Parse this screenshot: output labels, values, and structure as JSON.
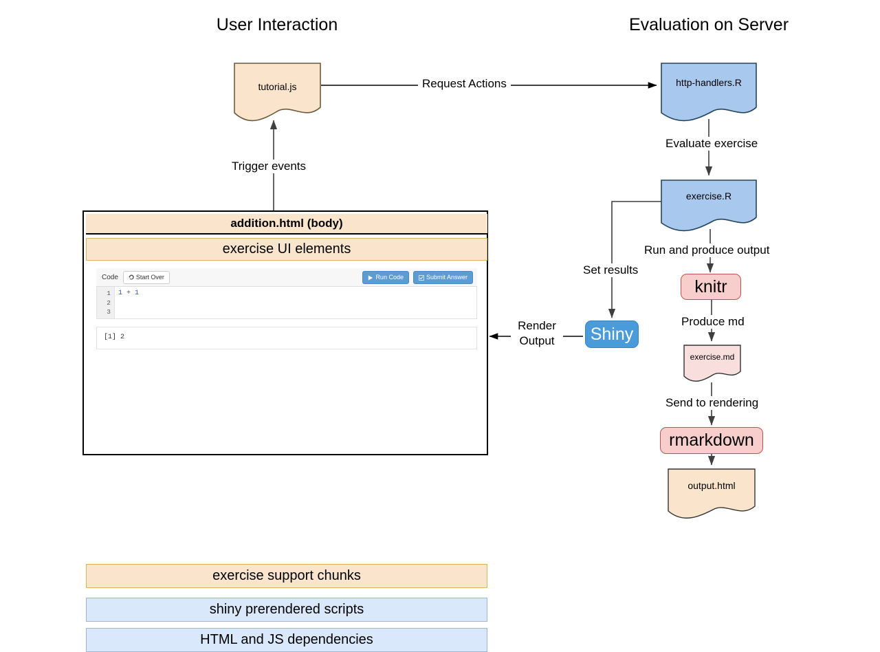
{
  "sections": {
    "left_title": "User Interaction",
    "right_title": "Evaluation on Server"
  },
  "nodes": {
    "tutorial_js": {
      "label": "tutorial.js",
      "shape": "document",
      "fill": "#FAE5CC",
      "stroke": "#6B5A3E"
    },
    "http_handlers": {
      "label": "http-handlers.R",
      "shape": "document",
      "fill": "#A9C8EE",
      "stroke": "#23445D"
    },
    "exercise_r": {
      "label": "exercise.R",
      "shape": "document",
      "fill": "#A9C8EE",
      "stroke": "#23445D"
    },
    "knitr": {
      "label": "knitr",
      "shape": "rounded-rect",
      "fill": "#F8CECC",
      "stroke": "#B85450"
    },
    "exercise_md": {
      "label": "exercise.md",
      "shape": "document",
      "fill": "#F8DEDC",
      "stroke": "#333333"
    },
    "rmarkdown": {
      "label": "rmarkdown",
      "shape": "rounded-rect",
      "fill": "#F8CECC",
      "stroke": "#B85450"
    },
    "output_html": {
      "label": "output.html",
      "shape": "document",
      "fill": "#FAE5CC",
      "stroke": "#333333"
    },
    "shiny": {
      "label": "Shiny",
      "shape": "rounded-rect",
      "fill": "#4A9BDA",
      "stroke": "#3B83BE"
    }
  },
  "edges": {
    "request_actions": "Request Actions",
    "trigger_events": "Trigger events",
    "evaluate_exercise": "Evaluate exercise",
    "run_and_produce_output": "Run and produce output",
    "produce_md": "Produce md",
    "send_to_rendering": "Send to rendering",
    "set_results": "Set results",
    "render_output_line1": "Render",
    "render_output_line2": "Output"
  },
  "addition_panel": {
    "title": "addition.html (body)",
    "bands": [
      {
        "label": "exercise UI elements",
        "color": "orange"
      },
      {
        "label": "exercise support chunks",
        "color": "orange"
      },
      {
        "label": "shiny prerendered scripts",
        "color": "blue"
      },
      {
        "label": "HTML and JS dependencies",
        "color": "blue"
      }
    ],
    "exercise_widget": {
      "toolbar_label": "Code",
      "start_over_button": "Start Over",
      "run_code_button": "Run Code",
      "submit_answer_button": "Submit Answer",
      "line_numbers": [
        "1",
        "2",
        "3"
      ],
      "code_tokens": [
        "1",
        " + ",
        "1"
      ],
      "output_text": "[1] 2"
    }
  },
  "colors": {
    "orange_fill": "#FAE5CC",
    "orange_border": "#D6B656",
    "blue_fill": "#DAE8FC",
    "blue_border": "#9EB6DC",
    "doc_blue_fill": "#A9C8EE",
    "red_fill": "#F8CECC",
    "red_border": "#B85450",
    "shiny_blue": "#4A9BDA"
  }
}
